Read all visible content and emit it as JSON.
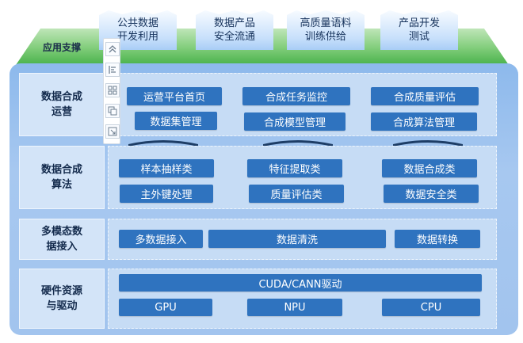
{
  "support": {
    "label": "应用支撑",
    "cards": [
      {
        "line1": "公共数据",
        "line2": "开发利用"
      },
      {
        "line1": "数据产品",
        "line2": "安全流通"
      },
      {
        "line1": "高质量语料",
        "line2": "训练供给"
      },
      {
        "line1": "产品开发",
        "line2": "测试"
      }
    ]
  },
  "layers": {
    "ops": {
      "label_line1": "数据合成",
      "label_line2": "运营",
      "items": [
        "运营平台首页",
        "合成任务监控",
        "合成质量评估",
        "数据集管理",
        "合成模型管理",
        "合成算法管理"
      ]
    },
    "algo": {
      "label_line1": "数据合成",
      "label_line2": "算法",
      "items": [
        "样本抽样类",
        "特征提取类",
        "数据合成类",
        "主外键处理",
        "质量评估类",
        "数据安全类"
      ]
    },
    "access": {
      "label_line1": "多模态数",
      "label_line2": "据接入",
      "items": [
        "多数据接入",
        "数据清洗",
        "数据转换"
      ]
    },
    "hardware": {
      "label_line1": "硬件资源",
      "label_line2": "与驱动",
      "driver": "CUDA/CANN驱动",
      "items": [
        "GPU",
        "NPU",
        "CPU"
      ]
    }
  },
  "toolbar": {
    "icons": [
      "chevron-up-icon",
      "align-icon",
      "layout-icon",
      "copy-icon",
      "resize-icon"
    ]
  },
  "colors": {
    "button_blue": "#2f73bf",
    "panel_blue": "#a2c4ee",
    "support_green": "#49b24b"
  }
}
